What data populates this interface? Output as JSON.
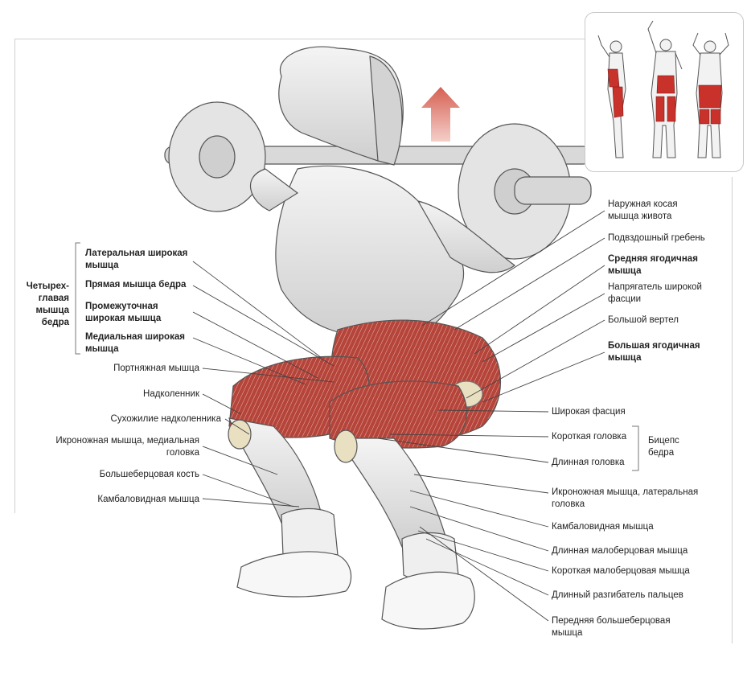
{
  "labels_left": {
    "quad_group": "Четырех-\nглавая\nмышца\nбедра",
    "vastus_lateralis": "Латеральная широкая\nмышца",
    "rectus_femoris": "Прямая мышца бедра",
    "vastus_intermedius": "Промежуточная\nширокая мышца",
    "vastus_medialis": "Медиальная широкая\nмышца",
    "sartorius": "Портняжная мышца",
    "patella": "Надколенник",
    "patellar_tendon": "Сухожилие надколенника",
    "gastroc_medial": "Икроножная мышца, медиальная\nголовка",
    "tibia": "Большеберцовая кость",
    "soleus_left": "Камбаловидная мышца"
  },
  "labels_right": {
    "external_oblique": "Наружная косая\nмышца живота",
    "iliac_crest": "Подвздошный гребень",
    "gluteus_medius": "Средняя ягодичная\nмышца",
    "tfl": "Напрягатель широкой\nфасции",
    "greater_trochanter": "Большой вертел",
    "gluteus_maximus": "Большая ягодичная\nмышца",
    "fascia_lata": "Широкая фасция",
    "short_head": "Короткая головка",
    "long_head": "Длинная головка",
    "biceps_femoris": "Бицепс\nбедра",
    "gastroc_lateral": "Икроножная мышца, латеральная\nголовка",
    "soleus_right": "Камбаловидная мышца",
    "peroneus_longus": "Длинная малоберцовая мышца",
    "peroneus_brevis": "Короткая малоберцовая мышца",
    "ext_digitorum": "Длинный разгибатель пальцев",
    "tibialis_anterior": "Передняя большеберцовая\nмышца"
  },
  "colors": {
    "muscle": "#b5443a",
    "arrow": "#d9776b",
    "line": "#444444",
    "inset_muscle": "#c8322b"
  }
}
